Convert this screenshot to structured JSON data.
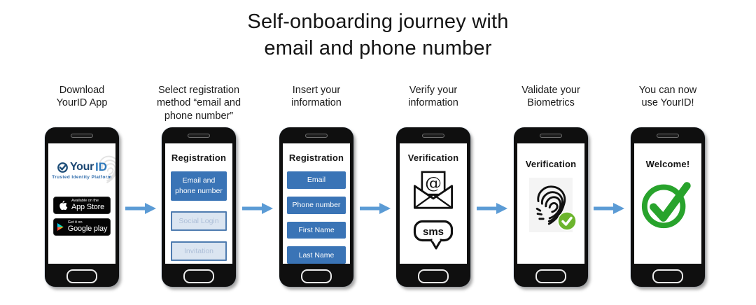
{
  "title": "Self-onboarding journey with\nemail and phone number",
  "colors": {
    "arrow": "#5b9bd5",
    "primary_button": "#3a74b6",
    "disabled_button_bg": "#dbe5f1",
    "disabled_button_border": "#4f7cb0",
    "disabled_button_text": "#aebfd8",
    "success_green": "#28a32c",
    "badge_green": "#6cb52d",
    "logo_navy": "#1b4672",
    "logo_blue": "#2e79bb"
  },
  "steps": [
    {
      "label": "Download\nYourID App",
      "phone": {
        "logo": {
          "your": "Your",
          "id": "ID",
          "tagline": "Trusted Identity Platform"
        },
        "badges": [
          {
            "icon": "apple-icon",
            "small": "Available on the",
            "big": "App Store"
          },
          {
            "icon": "google-play-icon",
            "small": "Get it on",
            "big": "Google play"
          }
        ]
      }
    },
    {
      "label": "Select registration\nmethod “email and\nphone number”",
      "phone": {
        "header": "Registration",
        "primary_button": "Email and\nphone number",
        "disabled_buttons": [
          "Social Login",
          "Invitation"
        ]
      }
    },
    {
      "label": "Insert your\ninformation",
      "phone": {
        "header": "Registration",
        "buttons": [
          "Email",
          "Phone number",
          "First Name",
          "Last Name"
        ]
      }
    },
    {
      "label": "Verify your\ninformation",
      "phone": {
        "header": "Verification",
        "email_at": "@",
        "sms": "sms"
      }
    },
    {
      "label": "Validate your\nBiometrics",
      "phone": {
        "header": "Verification"
      }
    },
    {
      "label": "You can now\nuse YourID!",
      "phone": {
        "header": "Welcome!"
      }
    }
  ]
}
